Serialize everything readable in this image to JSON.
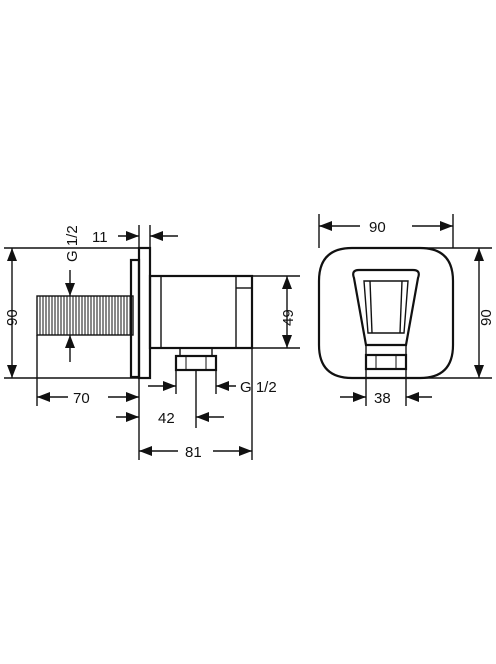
{
  "drawing": {
    "side_view": {
      "thread_left": "G 1/2",
      "flange_thickness": "11",
      "height": "90",
      "body_height": "49",
      "protrusion": "70",
      "outlet_offset": "42",
      "depth": "81",
      "thread_outlet": "G 1/2"
    },
    "front_view": {
      "width": "90",
      "height": "90",
      "outlet_width": "38"
    }
  }
}
